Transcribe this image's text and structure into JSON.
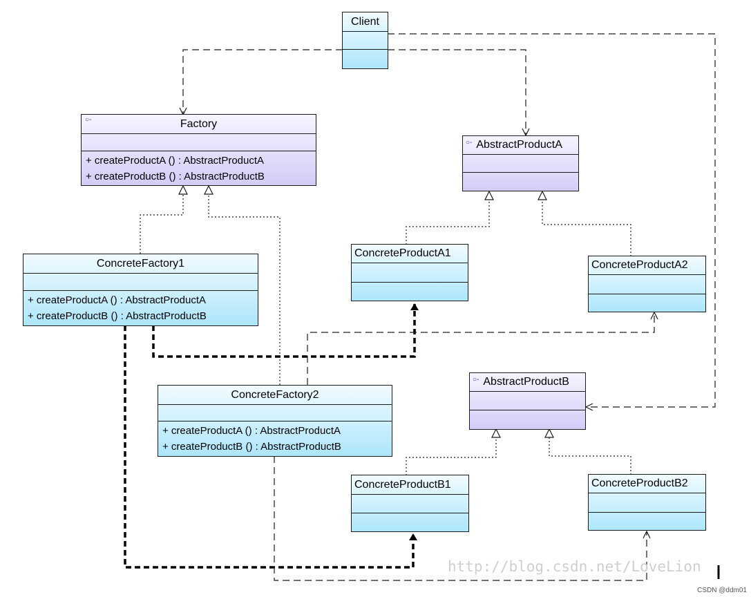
{
  "classes": {
    "client": {
      "name": "Client"
    },
    "factory": {
      "name": "Factory",
      "stereotype_icon": "interface-icon",
      "operations": [
        "+ createProductA () : AbstractProductA",
        "+ createProductB () : AbstractProductB"
      ]
    },
    "concrete_factory1": {
      "name": "ConcreteFactory1",
      "operations": [
        "+ createProductA () : AbstractProductA",
        "+ createProductB () : AbstractProductB"
      ]
    },
    "concrete_factory2": {
      "name": "ConcreteFactory2",
      "operations": [
        "+ createProductA () : AbstractProductA",
        "+ createProductB () : AbstractProductB"
      ]
    },
    "abstract_product_a": {
      "name": "AbstractProductA",
      "stereotype_icon": "interface-icon"
    },
    "abstract_product_b": {
      "name": "AbstractProductB",
      "stereotype_icon": "interface-icon"
    },
    "concrete_product_a1": {
      "name": "ConcreteProductA1"
    },
    "concrete_product_a2": {
      "name": "ConcreteProductA2"
    },
    "concrete_product_b1": {
      "name": "ConcreteProductB1"
    },
    "concrete_product_b2": {
      "name": "ConcreteProductB2"
    }
  },
  "relationships": [
    {
      "from": "Client",
      "to": "Factory",
      "kind": "dependency"
    },
    {
      "from": "Client",
      "to": "AbstractProductA",
      "kind": "dependency"
    },
    {
      "from": "Client",
      "to": "AbstractProductB",
      "kind": "dependency"
    },
    {
      "from": "ConcreteFactory1",
      "to": "Factory",
      "kind": "realization"
    },
    {
      "from": "ConcreteFactory2",
      "to": "Factory",
      "kind": "realization"
    },
    {
      "from": "ConcreteProductA1",
      "to": "AbstractProductA",
      "kind": "realization"
    },
    {
      "from": "ConcreteProductA2",
      "to": "AbstractProductA",
      "kind": "realization"
    },
    {
      "from": "ConcreteProductB1",
      "to": "AbstractProductB",
      "kind": "realization"
    },
    {
      "from": "ConcreteProductB2",
      "to": "AbstractProductB",
      "kind": "realization"
    },
    {
      "from": "ConcreteFactory1",
      "to": "ConcreteProductA1",
      "kind": "creates"
    },
    {
      "from": "ConcreteFactory1",
      "to": "ConcreteProductB1",
      "kind": "creates"
    },
    {
      "from": "ConcreteFactory2",
      "to": "ConcreteProductA2",
      "kind": "dependency"
    },
    {
      "from": "ConcreteFactory2",
      "to": "ConcreteProductB2",
      "kind": "dependency"
    }
  ],
  "colors": {
    "interface_fill": "#d3cdf7",
    "concrete_fill": "#ade6fb",
    "line": "#1a1a1a"
  },
  "watermark": "http://blog.csdn.net/LoveLion",
  "credit": "CSDN @ddm01"
}
